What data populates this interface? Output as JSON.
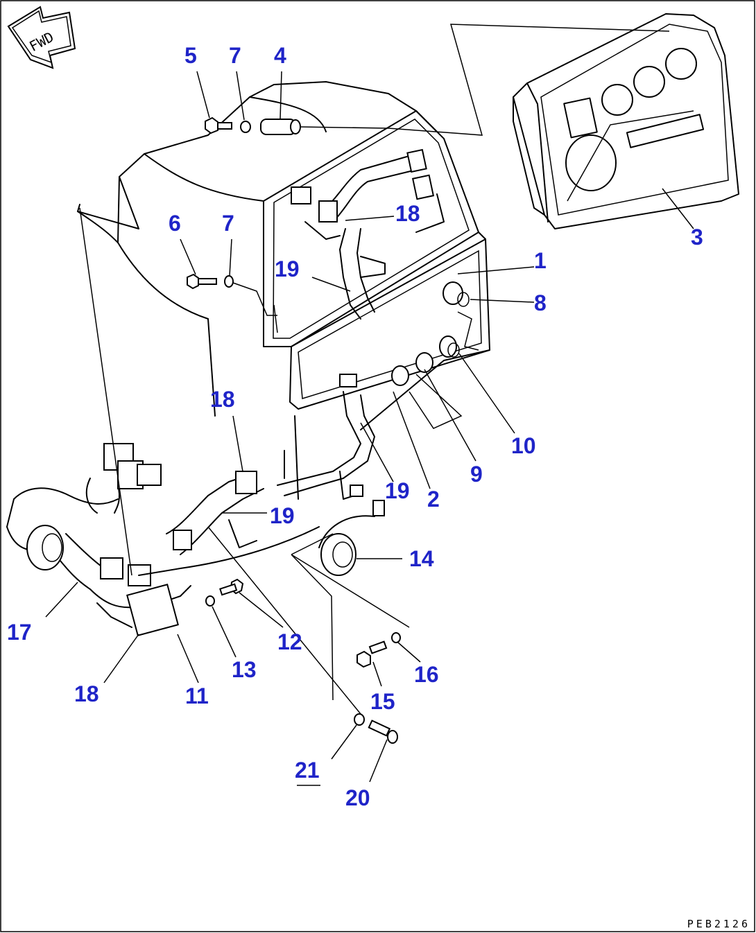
{
  "diagram": {
    "direction_label": "FWD",
    "drawing_code": "PEB2126",
    "colors": {
      "callout": "#1f24c8",
      "line": "#000000",
      "background": "#ffffff"
    },
    "callouts": [
      {
        "id": "c5",
        "label": "5"
      },
      {
        "id": "c7a",
        "label": "7"
      },
      {
        "id": "c4",
        "label": "4"
      },
      {
        "id": "c18a",
        "label": "18"
      },
      {
        "id": "c6",
        "label": "6"
      },
      {
        "id": "c7b",
        "label": "7"
      },
      {
        "id": "c19a",
        "label": "19"
      },
      {
        "id": "c3",
        "label": "3"
      },
      {
        "id": "c1",
        "label": "1"
      },
      {
        "id": "c8",
        "label": "8"
      },
      {
        "id": "c10",
        "label": "10"
      },
      {
        "id": "c18b",
        "label": "18"
      },
      {
        "id": "c9",
        "label": "9"
      },
      {
        "id": "c19b",
        "label": "19"
      },
      {
        "id": "c2",
        "label": "2"
      },
      {
        "id": "c19c",
        "label": "19"
      },
      {
        "id": "c14",
        "label": "14"
      },
      {
        "id": "c17",
        "label": "17"
      },
      {
        "id": "c12",
        "label": "12"
      },
      {
        "id": "c13",
        "label": "13"
      },
      {
        "id": "c16",
        "label": "16"
      },
      {
        "id": "c18c",
        "label": "18"
      },
      {
        "id": "c11",
        "label": "11"
      },
      {
        "id": "c15",
        "label": "15"
      },
      {
        "id": "c21",
        "label": "21"
      },
      {
        "id": "c20",
        "label": "20"
      }
    ]
  }
}
